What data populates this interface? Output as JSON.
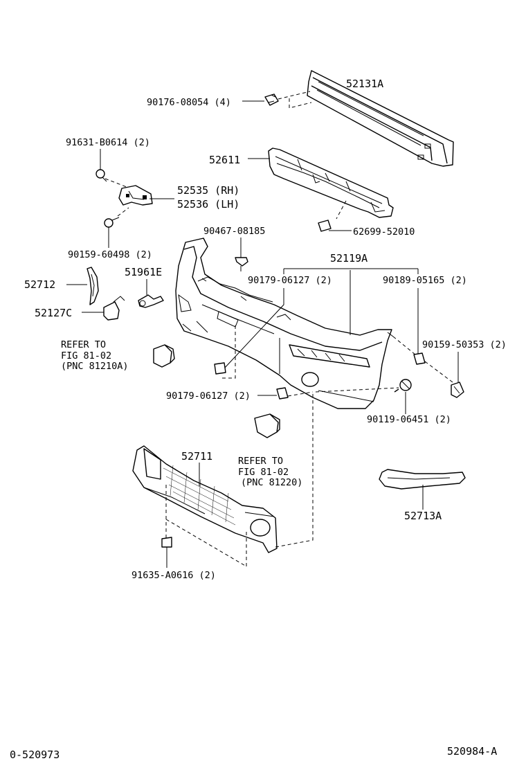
{
  "labels": {
    "p52131a": "52131A",
    "p90176": "90176-08054 (4)",
    "p91631": "91631-B0614 (2)",
    "p52611": "52611",
    "p52535": "52535 (RH)",
    "p52536": "52536 (LH)",
    "p90159a": "90159-60498 (2)",
    "p90467": "90467-08185",
    "p62699": "62699-52010",
    "p52119a": "52119A",
    "p52712": "52712",
    "p51961e": "51961E",
    "p90179a": "90179-06127 (2)",
    "p90189": "90189-05165 (2)",
    "p52127c": "52127C",
    "refer1_l1": "REFER TO",
    "refer1_l2": "FIG 81-02",
    "refer1_l3": "(PNC 81210A)",
    "p90159b": "90159-50353 (2)",
    "p90179b": "90179-06127 (2)",
    "p90119": "90119-06451 (2)",
    "p52711": "52711",
    "refer2_l1": "REFER TO",
    "refer2_l2": "FIG 81-02",
    "refer2_l3": "(PNC 81220)",
    "p52713a": "52713A",
    "p91635": "91635-A0616 (2)"
  },
  "footer": {
    "left_code": "0-520973",
    "right_code": "520984-A"
  }
}
